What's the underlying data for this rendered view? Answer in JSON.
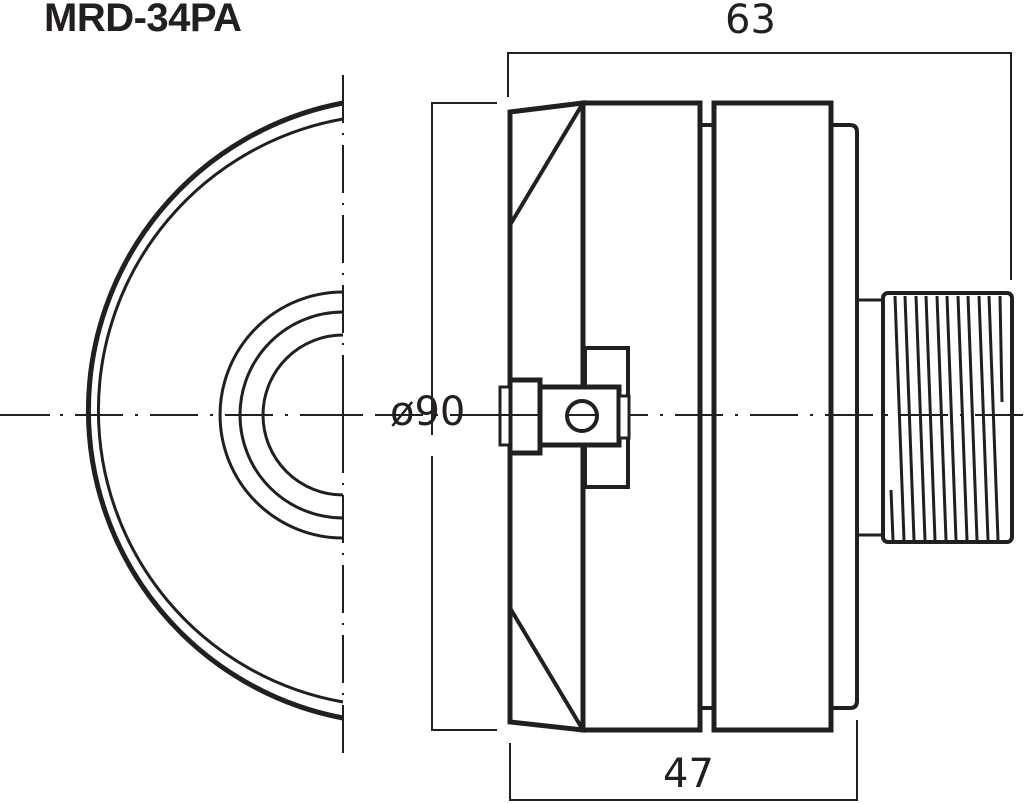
{
  "drawing": {
    "model": "MRD-34PA",
    "type": "technical dimension drawing",
    "views": [
      "front half-view",
      "side view"
    ],
    "line_color": "#231f20",
    "background": "#ffffff"
  },
  "dimensions": {
    "overall_length": "63",
    "diameter": "ø90",
    "body_length": "47"
  }
}
